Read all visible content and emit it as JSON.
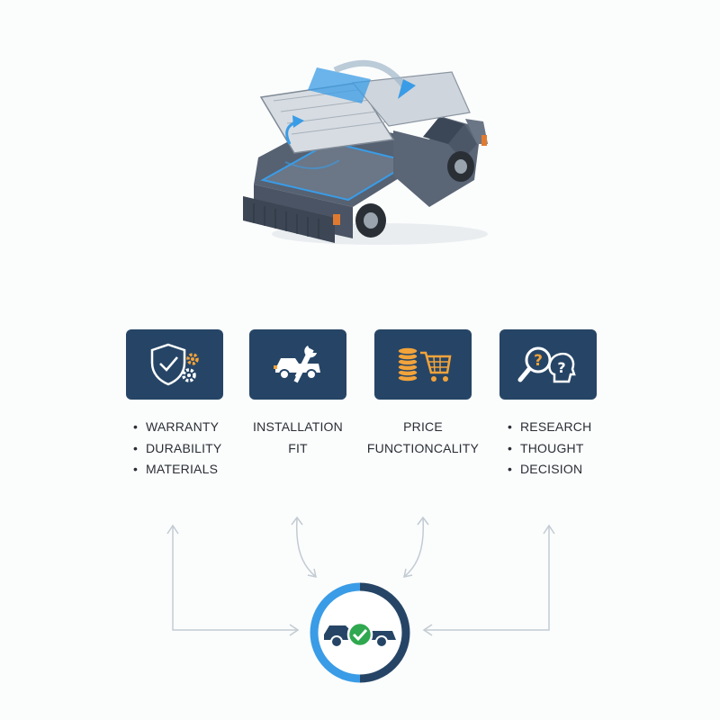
{
  "columns": [
    {
      "id": "quality",
      "icon": "shield-check-gear-icon",
      "style": "bulleted",
      "items": [
        "WARRANTY",
        "DURABILITY",
        "MATERIALS"
      ]
    },
    {
      "id": "installation",
      "icon": "truck-wrench-icon",
      "style": "centered",
      "items": [
        "INSTALLATION",
        "FIT"
      ]
    },
    {
      "id": "price",
      "icon": "coins-cart-icon",
      "style": "centered",
      "items": [
        "PRICE",
        "FUNCTIONCALITY"
      ]
    },
    {
      "id": "research",
      "icon": "search-question-head-icon",
      "style": "bulleted",
      "items": [
        "RESEARCH",
        "THOUGHT",
        "DECISION"
      ]
    }
  ],
  "hero": {
    "icon": "pickup-truck-tonneau-cover-icon"
  },
  "hub": {
    "icon": "truck-checkmark-icon",
    "ring_progress": 0.5
  },
  "colors": {
    "tile": "#264566",
    "accent_blue": "#3a9ce6",
    "accent_orange": "#f2a33a",
    "ring_dark": "#264566",
    "check_green": "#2fa84f",
    "arrow": "#c3cbd3"
  }
}
